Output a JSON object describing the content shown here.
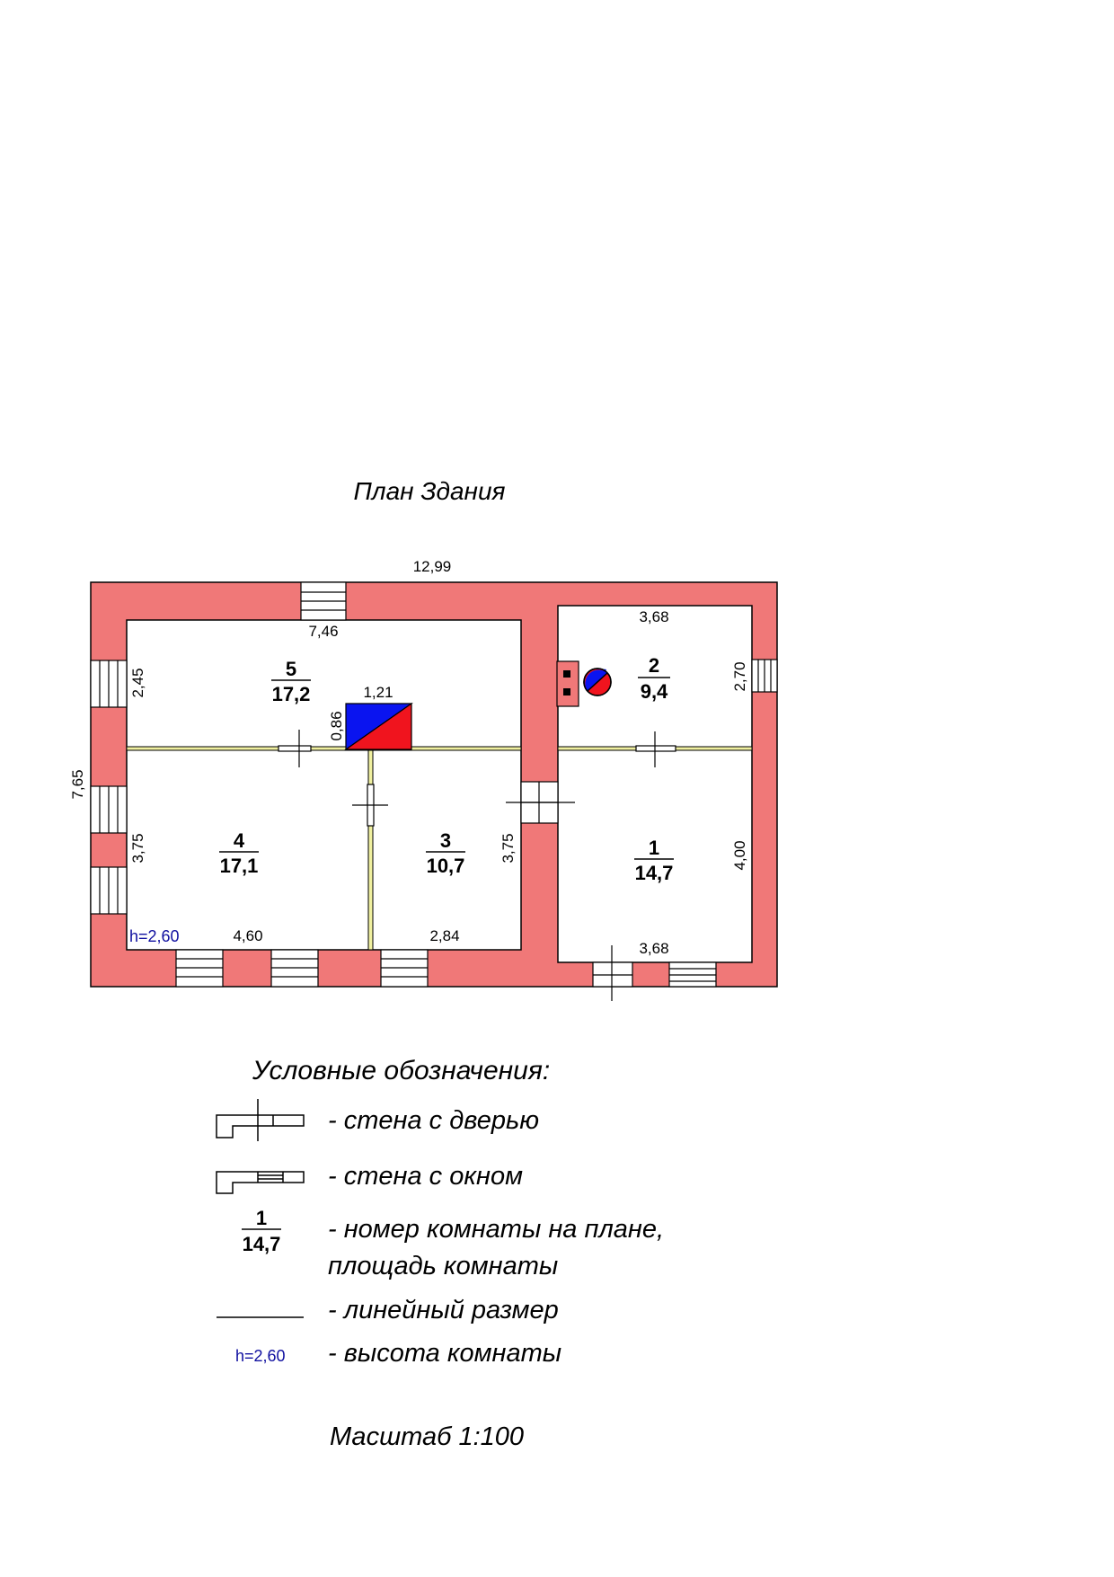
{
  "title": "План Здания",
  "colors": {
    "wall": "#f07878",
    "partition": "#f0f0a0",
    "heater_blue": "#0a14f0",
    "heater_red": "#f0141e"
  },
  "dimensions": {
    "overall_width": "12,99",
    "overall_depth": "7,65",
    "room5_width": "7,46",
    "room5_depth": "2,45",
    "heater_width": "1,21",
    "heater_depth": "0,86",
    "room2_width": "3,68",
    "room2_depth": "2,70",
    "room4_depth": "3,75",
    "room3_depth": "3,75",
    "room4_width": "4,60",
    "room3_width": "2,84",
    "room1_depth": "4,00",
    "room1_width": "3,68"
  },
  "rooms": [
    {
      "number": "5",
      "area": "17,2"
    },
    {
      "number": "2",
      "area": "9,4"
    },
    {
      "number": "4",
      "area": "17,1"
    },
    {
      "number": "3",
      "area": "10,7"
    },
    {
      "number": "1",
      "area": "14,7"
    }
  ],
  "room_height": "h=2,60",
  "legend": {
    "heading": "Условные обозначения:",
    "door": "- стена с дверью",
    "window": "- стена с окном",
    "room_sample_number": "1",
    "room_sample_area": "14,7",
    "room_line1": "- номер комнаты на плане,",
    "room_line2": "площадь комнаты",
    "linear": "- линейный размер",
    "height_sample": "h=2,60",
    "height": "- высота комнаты"
  },
  "scale": "Масштаб 1:100"
}
